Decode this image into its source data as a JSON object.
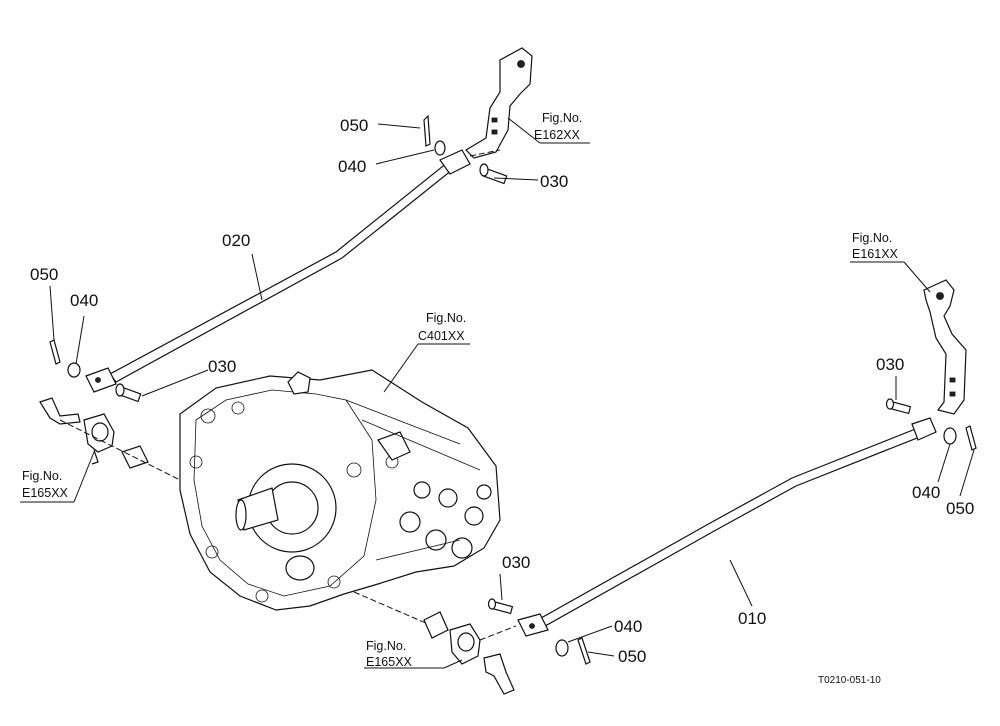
{
  "callouts": {
    "c050_top": "050",
    "c040_top": "040",
    "c030_top": "030",
    "c020": "020",
    "c050_left": "050",
    "c040_left": "040",
    "c030_left": "030",
    "c030_right": "030",
    "c040_right": "040",
    "c050_right": "050",
    "c010": "010",
    "c030_bottom": "030",
    "c040_bottom": "040",
    "c050_bottom": "050"
  },
  "figrefs": {
    "e162": {
      "label": "Fig.No.",
      "code": "E162XX"
    },
    "e161": {
      "label": "Fig.No.",
      "code": "E161XX"
    },
    "c401": {
      "label": "Fig.No.",
      "code": "C401XX"
    },
    "e165_left": {
      "label": "Fig.No.",
      "code": "E165XX"
    },
    "e165_bottom": {
      "label": "Fig.No.",
      "code": "E165XX"
    }
  },
  "drawing_code": "T0210-051-10"
}
